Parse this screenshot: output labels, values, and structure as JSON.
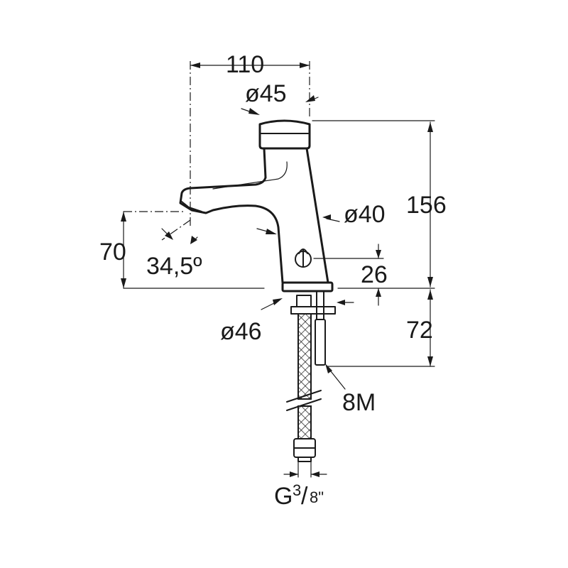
{
  "dimensions": {
    "overall_width": "110",
    "handle_diameter": "ø45",
    "body_diameter": "ø40",
    "height": "156",
    "spout_height": "70",
    "spout_angle": "34,5º",
    "button_offset": "26",
    "base_diameter": "ø46",
    "below_deck": "72",
    "stud_thread": "8M",
    "connection_main": "G",
    "connection_fraction_num": "3",
    "connection_fraction_den": "8\""
  },
  "colors": {
    "ink": "#1a1a1a",
    "background": "#ffffff"
  }
}
